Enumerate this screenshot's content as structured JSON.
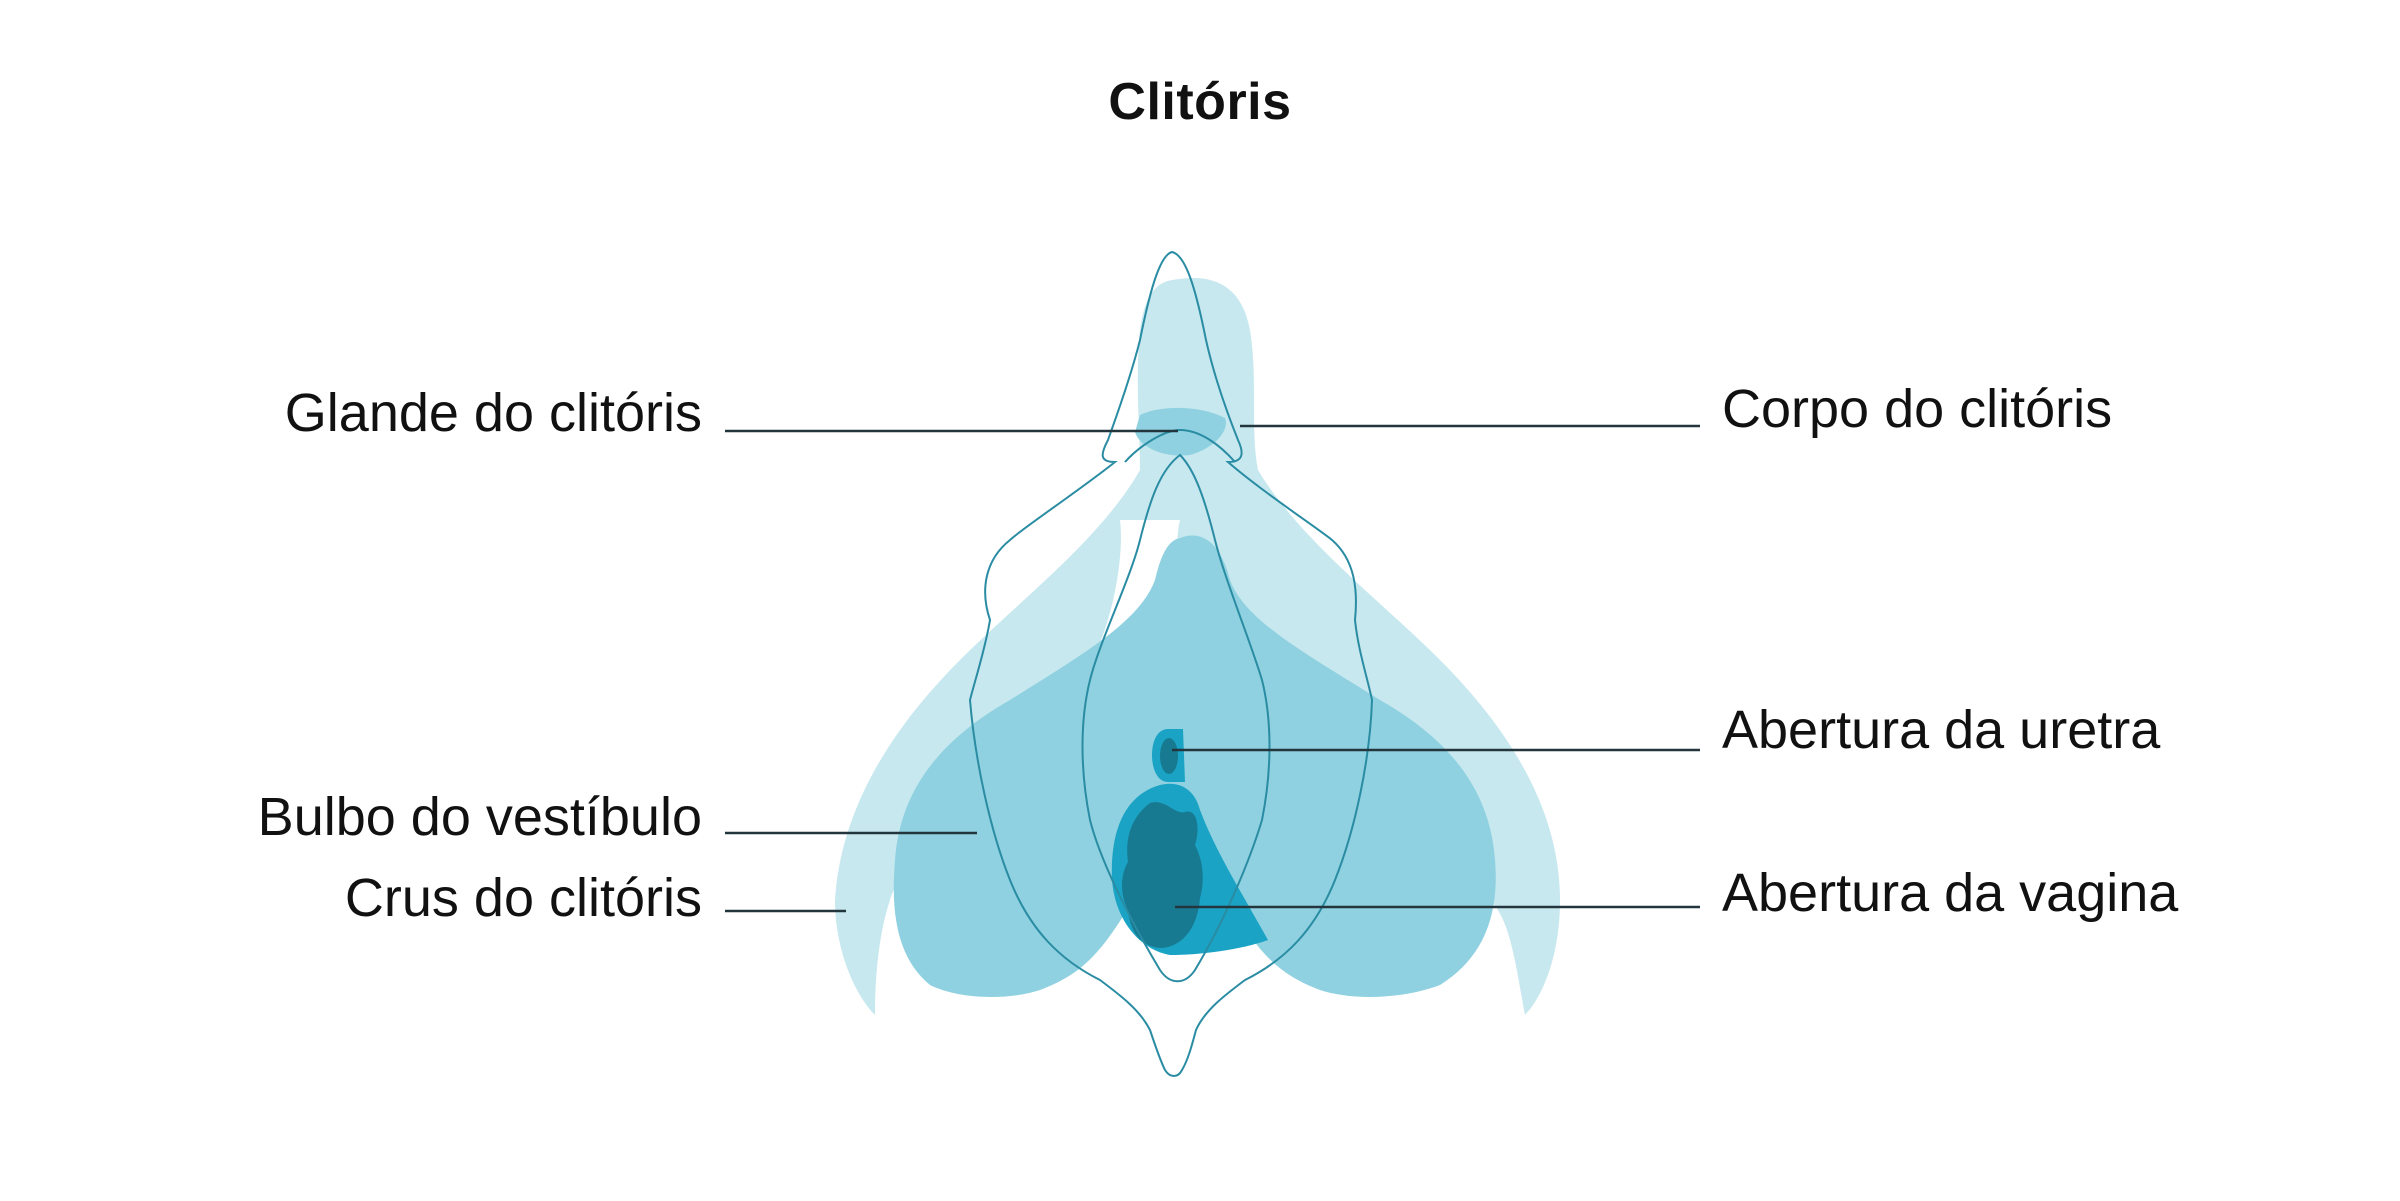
{
  "title": "Clitóris",
  "labels": {
    "glande": "Glande do clitóris",
    "corpo": "Corpo do clitóris",
    "uretra": "Abertura da uretra",
    "bulbo": "Bulbo do vestíbulo",
    "crus": "Crus do clitóris",
    "vagina": "Abertura da vagina"
  },
  "colors": {
    "crus_fill": "#c7e8ef",
    "bulb_fill": "#8fd1e0",
    "vagina_fill": "#1aa3c4",
    "vagina_inner": "#177a91",
    "outline": "#2a8ca3",
    "leader": "#23363d"
  }
}
